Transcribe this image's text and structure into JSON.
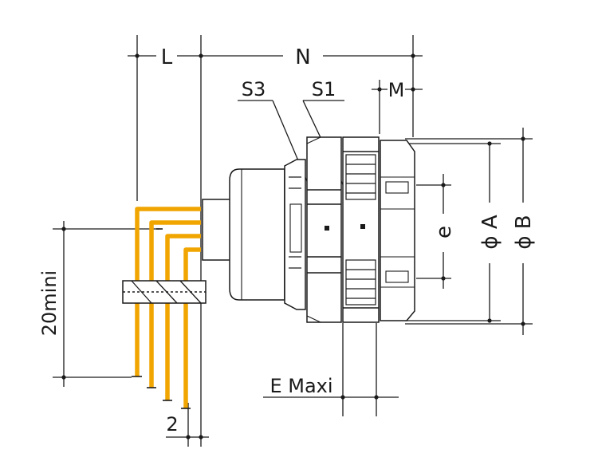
{
  "labels": {
    "L": "L",
    "N": "N",
    "M": "M",
    "S3": "S3",
    "S1": "S1",
    "e": "e",
    "phiA": "ϕ A",
    "phiB": "ϕ B",
    "twentyMini": "20mini",
    "eMaxi": "E Maxi",
    "two": "2"
  },
  "colors": {
    "line": "#1a1a1a",
    "wire": "#f0a500",
    "background": "#ffffff"
  }
}
